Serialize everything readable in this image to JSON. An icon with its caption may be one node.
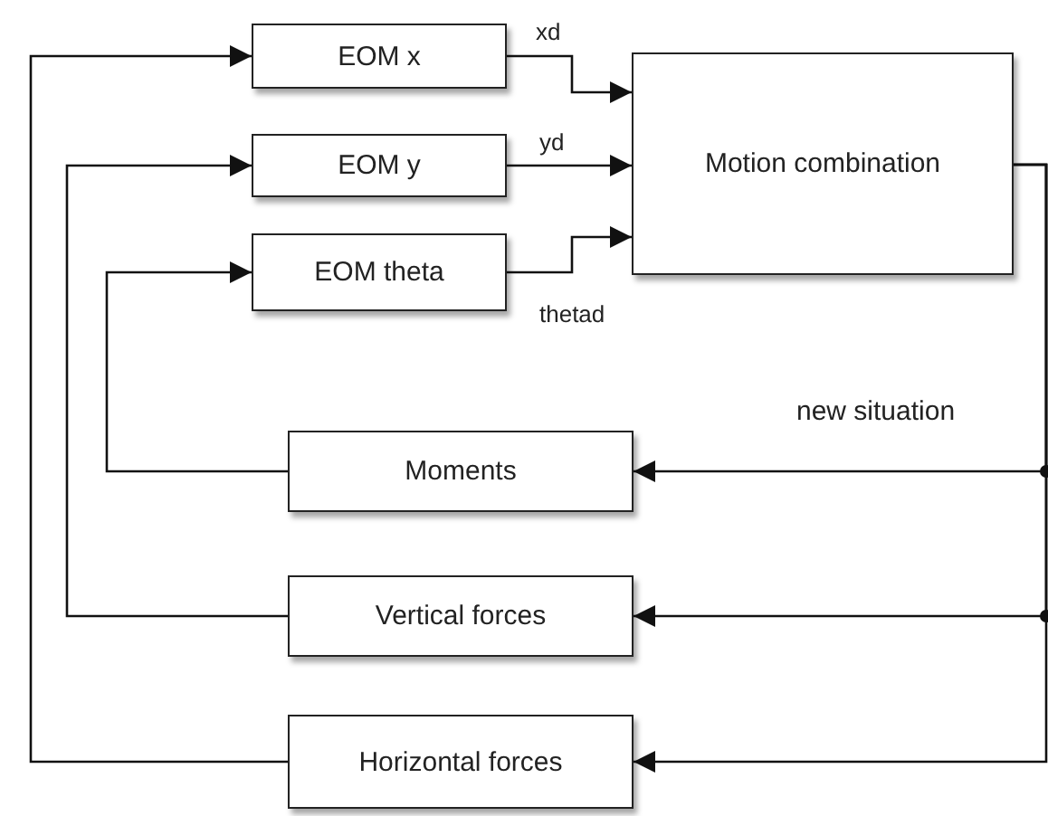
{
  "diagram": {
    "nodes": [
      {
        "text": [
          "EOM x"
        ]
      },
      {
        "text": [
          "EOM y"
        ]
      },
      {
        "text": [
          "EOM theta"
        ]
      },
      {
        "text": [
          "Motion combination"
        ]
      },
      {
        "text": [
          "Moments"
        ]
      },
      {
        "text": [
          "Vertical forces"
        ]
      },
      {
        "text": [
          "Horizontal forces"
        ]
      }
    ],
    "edges": [
      {
        "from": 0,
        "to": 3,
        "arrow": "to",
        "label": "xd"
      },
      {
        "from": 1,
        "to": 3,
        "arrow": "to",
        "label": "yd"
      },
      {
        "from": 2,
        "to": 3,
        "arrow": "to",
        "label": "thetad"
      },
      {
        "from": 3,
        "to": 4,
        "arrow": "to",
        "label": "new situation"
      },
      {
        "from": 3,
        "to": 5,
        "arrow": "to"
      },
      {
        "from": 3,
        "to": 6,
        "arrow": "to"
      },
      {
        "from": 4,
        "to": 2,
        "arrow": "to"
      },
      {
        "from": 5,
        "to": 1,
        "arrow": "to"
      },
      {
        "from": 6,
        "to": 0,
        "arrow": "to"
      }
    ]
  }
}
